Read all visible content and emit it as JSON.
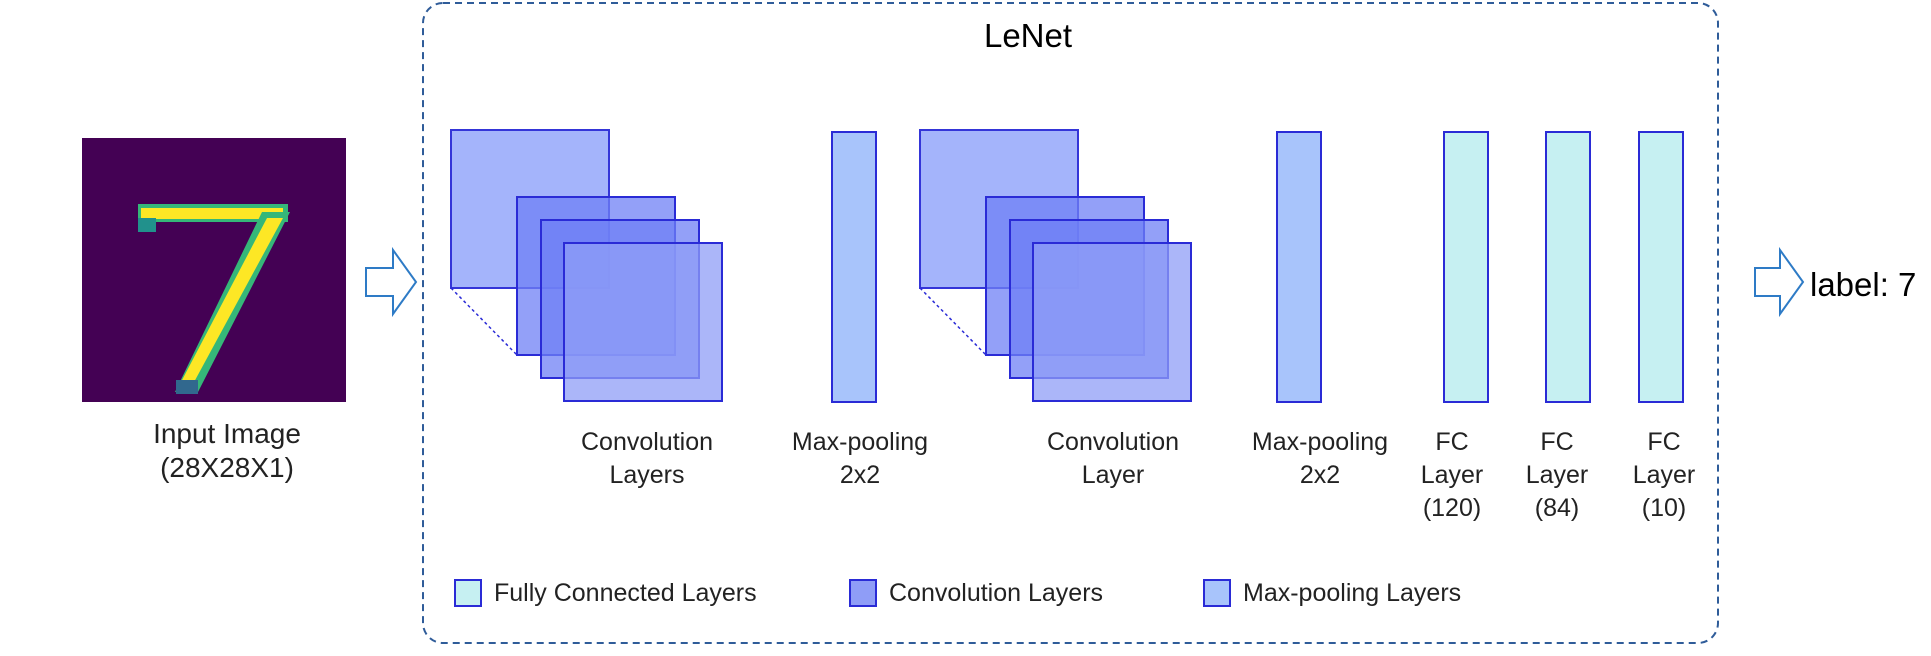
{
  "title": "LeNet",
  "input": {
    "label_line1": "Input Image",
    "label_line2": "(28X28X1)"
  },
  "output": {
    "label": "label: 7"
  },
  "layers": {
    "conv1": {
      "line1": "Convolution",
      "line2": "Layers"
    },
    "pool1": {
      "line1": "Max-pooling",
      "line2": "2x2"
    },
    "conv2": {
      "line1": "Convolution",
      "line2": "Layer"
    },
    "pool2": {
      "line1": "Max-pooling",
      "line2": "2x2"
    },
    "fc1": {
      "line1": "FC",
      "line2": "Layer",
      "line3": "(120)"
    },
    "fc2": {
      "line1": "FC",
      "line2": "Layer",
      "line3": "(84)"
    },
    "fc3": {
      "line1": "FC",
      "line2": "Layer",
      "line3": "(10)"
    }
  },
  "legend": {
    "fc": "Fully Connected Layers",
    "conv": "Convolution Layers",
    "pool": "Max-pooling Layers"
  },
  "colors": {
    "fc_fill": "#c6f0f2",
    "conv_fill": "#8f9df7",
    "pool_fill": "#a8c4fb",
    "stroke": "#2a2bd6",
    "frame": "#2f5c99",
    "arrow": "#2e7bc6",
    "mnist_bg": "#440154",
    "mnist_fg": "#fde725"
  }
}
